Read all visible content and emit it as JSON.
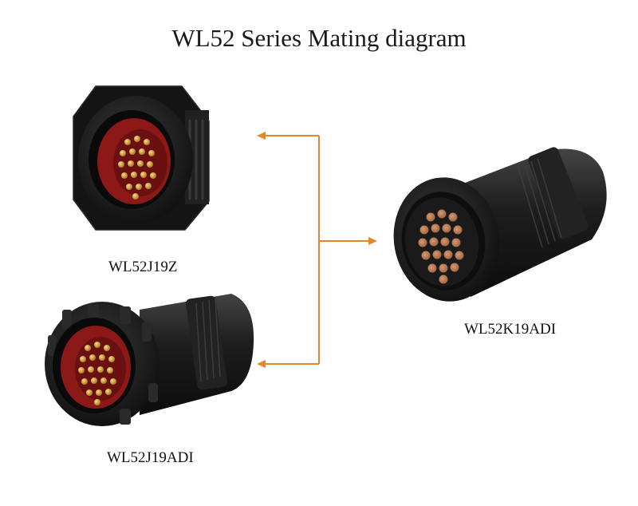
{
  "diagram": {
    "title": "WL52 Series Mating diagram",
    "parts": [
      {
        "label": "WL52J19Z"
      },
      {
        "label": "WL52J19ADI"
      },
      {
        "label": "WL52K19ADI"
      }
    ],
    "colors": {
      "arrow": "#e0882a",
      "connector_body": "#1c1c1c",
      "insulator": "#8c1818",
      "pins": "#c9962e",
      "socket_insert": "#b0704a"
    }
  }
}
